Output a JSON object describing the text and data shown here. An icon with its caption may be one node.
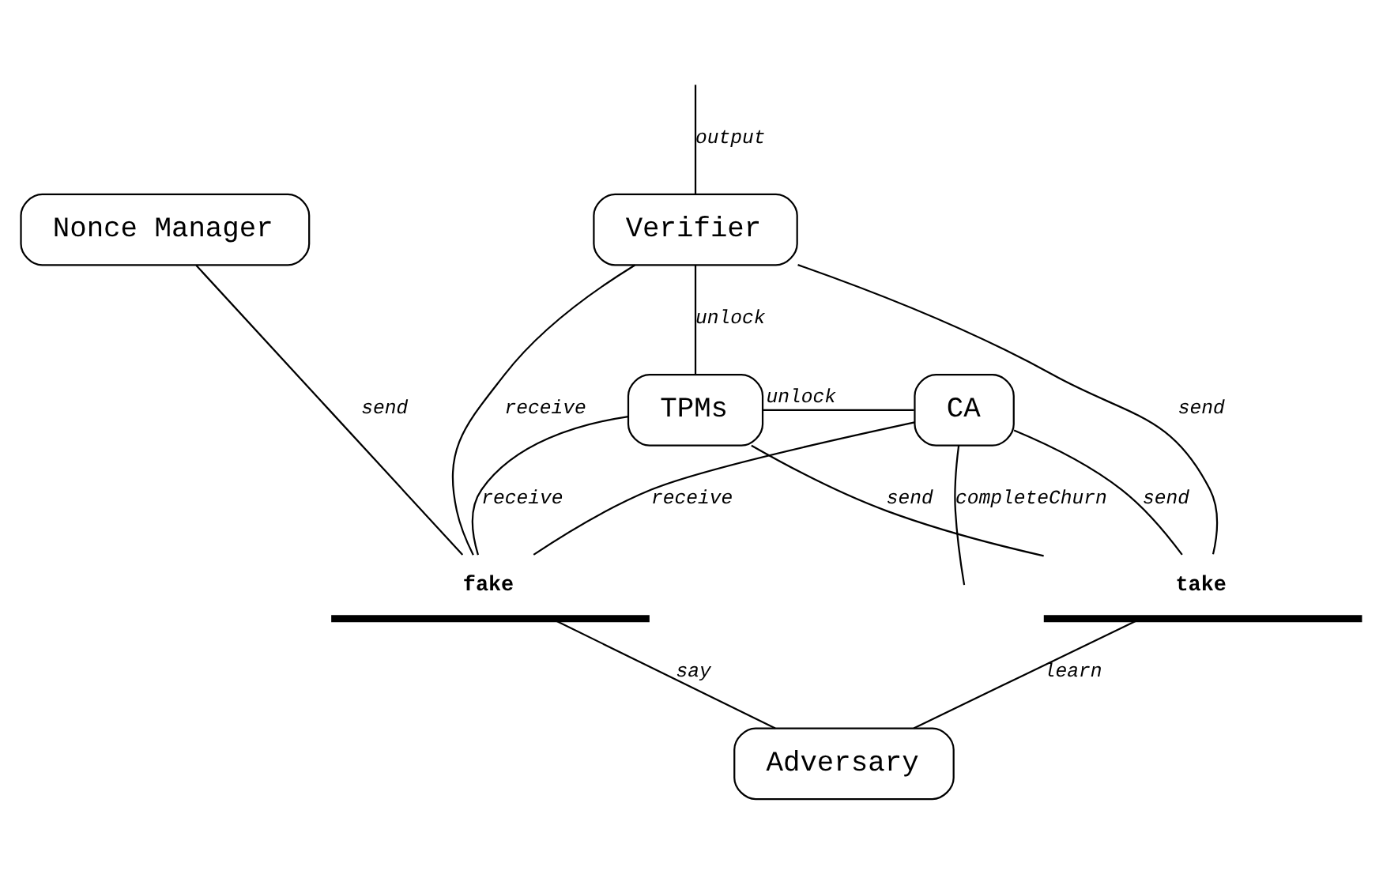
{
  "diagram": {
    "nodes": [
      {
        "text": [
          "Nonce Manager"
        ]
      },
      {
        "text": [
          "Verifier"
        ]
      },
      {
        "text": [
          "CA"
        ]
      },
      {
        "text": [
          "fake"
        ]
      },
      {
        "text": [
          "take"
        ]
      },
      {
        "text": [
          "TPMs"
        ]
      },
      {
        "text": [
          "Adversary"
        ]
      }
    ],
    "edges": [
      {
        "from": 2,
        "to": 5,
        "label": "unlock",
        "arrow": "none"
      },
      {
        "from": 1,
        "to": null,
        "label": "output",
        "arrow": "none"
      },
      {
        "from": 1,
        "to": 5,
        "label": "unlock",
        "arrow": "none"
      },
      {
        "from": 0,
        "to": 3,
        "label": "send",
        "arrow": "none"
      },
      {
        "from": 1,
        "to": 3,
        "label": "receive",
        "arrow": "none"
      },
      {
        "from": 1,
        "to": 4,
        "label": "send",
        "arrow": "none"
      },
      {
        "from": 2,
        "to": 3,
        "label": "receive",
        "arrow": "none"
      },
      {
        "from": 3,
        "to": 5,
        "label": "receive",
        "arrow": "none"
      },
      {
        "from": 2,
        "to": 4,
        "label": "send",
        "arrow": "none"
      },
      {
        "from": 4,
        "to": 5,
        "label": "send",
        "arrow": "none"
      },
      {
        "from": 2,
        "to": null,
        "label": "completeChurn",
        "arrow": "none"
      },
      {
        "from": 4,
        "to": 6,
        "label": "learn",
        "arrow": "none"
      },
      {
        "from": 3,
        "to": 6,
        "label": "say",
        "arrow": "none"
      }
    ]
  }
}
